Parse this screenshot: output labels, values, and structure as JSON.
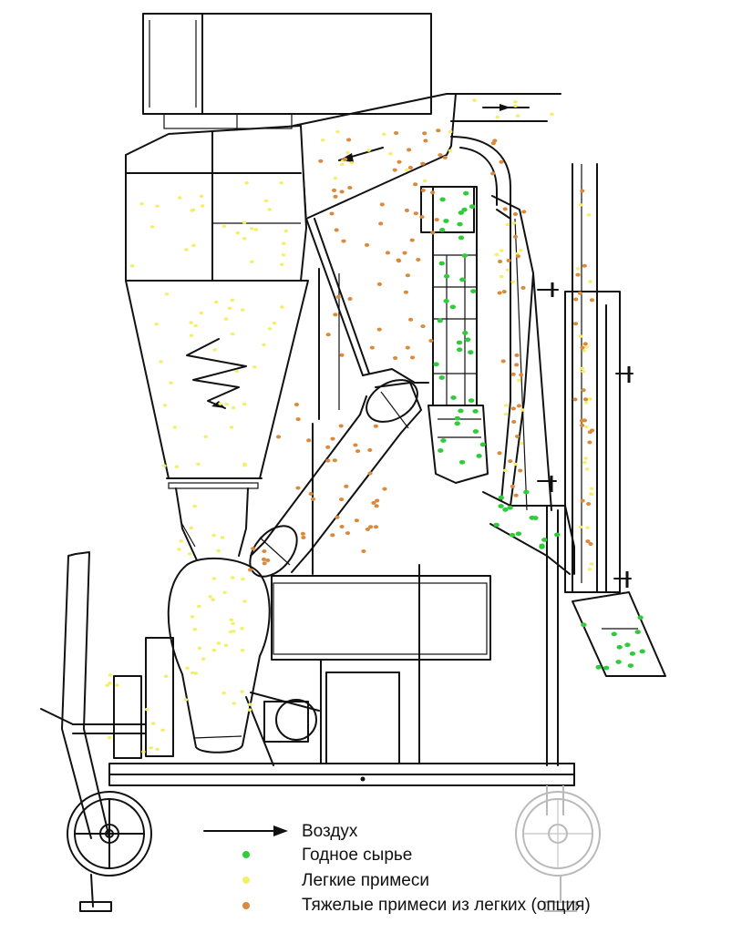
{
  "legend": {
    "air": "Воздух",
    "good": "Годное сырье",
    "light": "Легкие примеси",
    "heavy": "Тяжелые примеси из легких (опция)"
  },
  "colors": {
    "air": "#111111",
    "good": "#2ecc3a",
    "light": "#f4ef6a",
    "heavy": "#d98a3d"
  }
}
